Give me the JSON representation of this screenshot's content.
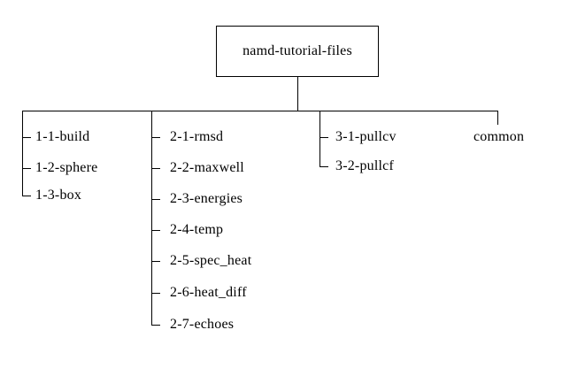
{
  "figure": {
    "description": "Directory tree of the NAMD tutorial files",
    "colors": {
      "background": "#ffffff",
      "line": "#000000",
      "text": "#000000"
    }
  },
  "tree": {
    "root": "namd-tutorial-files",
    "branches": [
      {
        "items": [
          "1-1-build",
          "1-2-sphere",
          "1-3-box"
        ]
      },
      {
        "items": [
          "2-1-rmsd",
          "2-2-maxwell",
          "2-3-energies",
          "2-4-temp",
          "2-5-spec_heat",
          "2-6-heat_diff",
          "2-7-echoes"
        ]
      },
      {
        "items": [
          "3-1-pullcv",
          "3-2-pullcf"
        ]
      }
    ],
    "common": "common"
  }
}
